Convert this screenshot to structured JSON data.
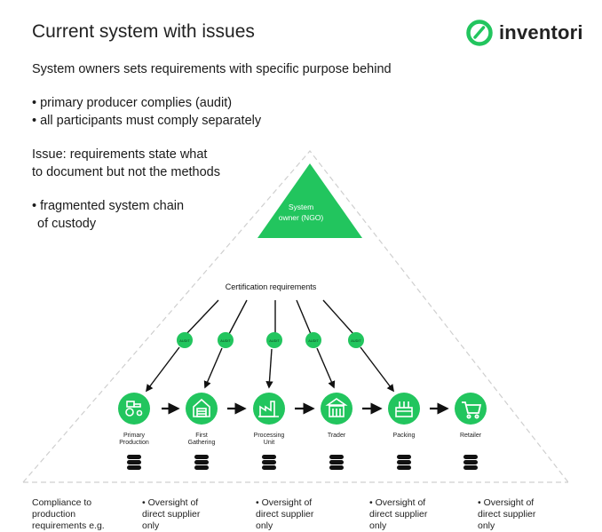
{
  "header": {
    "title": "Current system with issues",
    "logo_text": "inventori"
  },
  "intro": {
    "line1": "System owners sets requirements with specific purpose behind",
    "bullets": [
      "• primary producer complies (audit)",
      "• all participants must comply separately"
    ],
    "issue_line1": "Issue: requirements state what",
    "issue_line2": "to document but not the methods",
    "frag_line1": "• fragmented system chain",
    "frag_line2": "of custody"
  },
  "diagram": {
    "owner_line1": "System",
    "owner_line2": "owner (NGO)",
    "cert_label": "Certification requirements",
    "audit_label": "AUDIT",
    "nodes": [
      {
        "line1": "Primary",
        "line2": "Production",
        "icon": "tractor-icon"
      },
      {
        "line1": "First",
        "line2": "Gathering",
        "icon": "warehouse-icon"
      },
      {
        "line1": "Processing",
        "line2": "Unit",
        "icon": "factory-icon"
      },
      {
        "line1": "Trader",
        "line2": "",
        "icon": "store-icon"
      },
      {
        "line1": "Packing",
        "line2": "",
        "icon": "packing-icon"
      },
      {
        "line1": "Retailer",
        "line2": "",
        "icon": "cart-icon"
      }
    ]
  },
  "bottom": [
    {
      "lines": [
        "Compliance to",
        "production",
        "requirements e.g."
      ]
    },
    {
      "lines": [
        "• Oversight of",
        "direct supplier",
        "only"
      ]
    },
    {
      "lines": [
        "• Oversight of",
        "direct supplier",
        "only"
      ]
    },
    {
      "lines": [
        "• Oversight of",
        "direct supplier",
        "only"
      ]
    },
    {
      "lines": [
        "• Oversight of",
        "direct supplier",
        "only"
      ]
    }
  ],
  "colors": {
    "accent": "#22c55e",
    "accent_dark": "#16a34a",
    "text": "#1a1a1a"
  }
}
